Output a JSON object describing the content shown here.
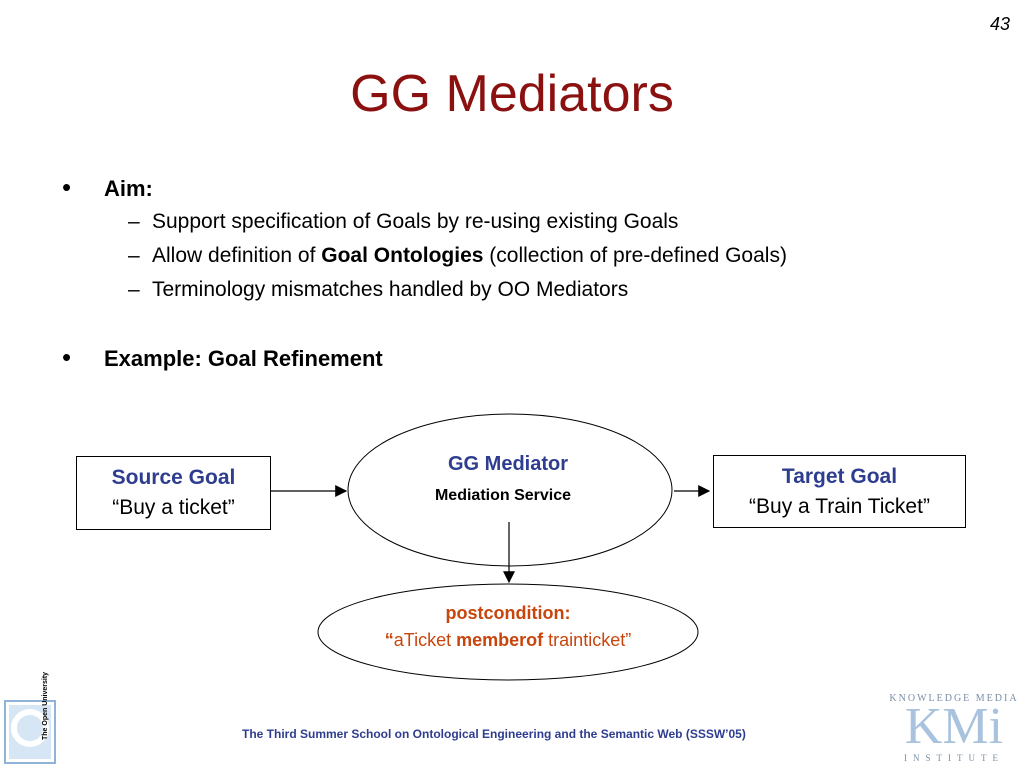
{
  "page_number": "43",
  "title": "GG Mediators",
  "bullets": {
    "aim": "Aim:",
    "sub1": "Support specification of Goals by re-using existing Goals",
    "sub2_pre": "Allow definition of ",
    "sub2_bold": "Goal Ontologies",
    "sub2_post": " (collection of pre-defined Goals)",
    "sub3": "Terminology mismatches handled by OO Mediators",
    "example": "Example: Goal Refinement"
  },
  "diagram": {
    "source_label": "Source Goal",
    "source_quote": "“Buy a ticket”",
    "mediator_label": "GG Mediator",
    "mediator_service": "Mediation Service",
    "target_label": "Target Goal",
    "target_quote": "“Buy a Train Ticket”",
    "post_label": "postcondition:",
    "post_quote_open": "“",
    "post_part1": "aTicket ",
    "post_bold": "memberof",
    "post_part2": " trainticket”"
  },
  "footer": {
    "text": "The Third Summer School on Ontological Engineering and the Semantic Web (SSSW’05)",
    "ou_text": "The Open University",
    "kmi_top": "KNOWLEDGE MEDIA",
    "kmi_logo": "KMi",
    "kmi_bottom": "INSTITUTE"
  },
  "colors": {
    "title": "#8b1010",
    "label_blue": "#2e3d8f",
    "post_orange": "#c8450c"
  }
}
